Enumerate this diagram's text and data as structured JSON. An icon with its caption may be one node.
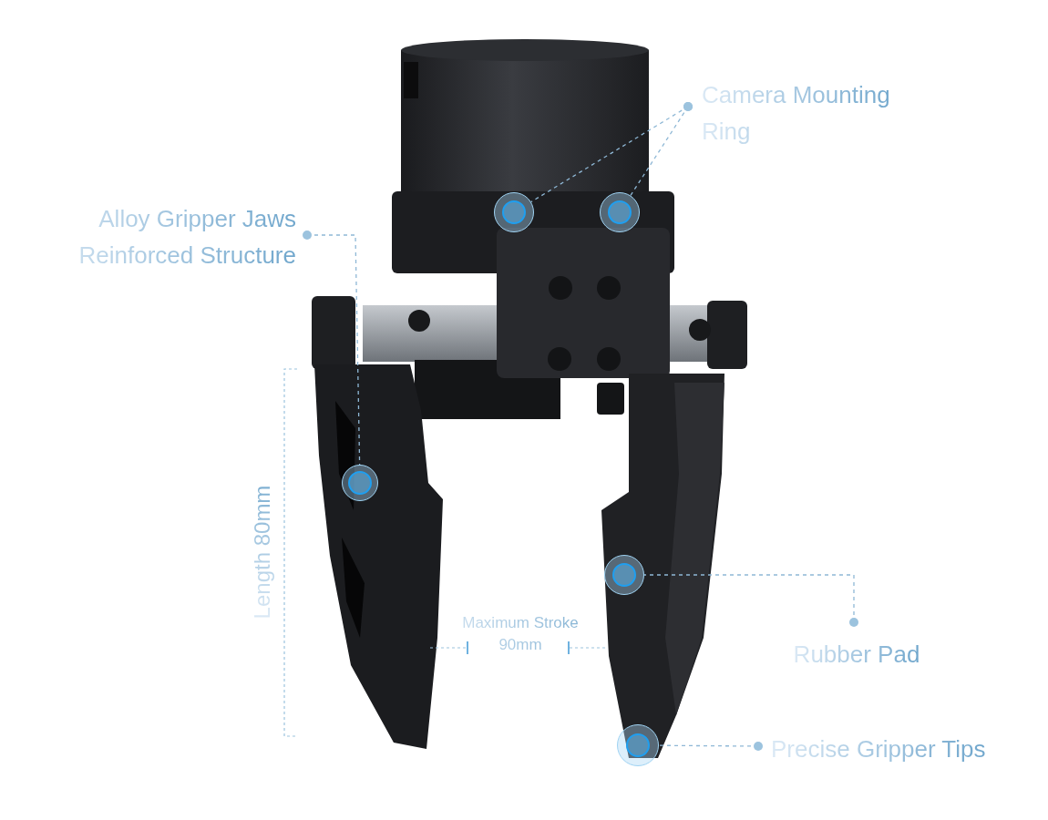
{
  "diagram": {
    "nodes": [
      {
        "text": [
          "Alloy Gripper Jaws Reinforced Structure"
        ]
      },
      {
        "text": [
          "Camera Mounting Ring"
        ]
      },
      {
        "text": [
          "Rubber Pad"
        ]
      },
      {
        "text": [
          "Precise Gripper Tips"
        ]
      },
      {
        "text": [],
        "shape": "circle"
      },
      {
        "text": [],
        "shape": "circle"
      },
      {
        "text": [],
        "shape": "circle"
      },
      {
        "text": [],
        "shape": "circle"
      },
      {
        "text": [],
        "shape": "circle"
      }
    ],
    "edges": [
      {
        "from": 0,
        "to": 4,
        "arrow": "other",
        "style": "dashed"
      },
      {
        "from": 1,
        "to": 5,
        "arrow": "other",
        "style": "dashed"
      },
      {
        "from": 1,
        "to": 6,
        "arrow": "other",
        "style": "dashed"
      },
      {
        "from": 2,
        "to": 7,
        "arrow": "other",
        "style": "dashed"
      },
      {
        "from": 3,
        "to": 8,
        "arrow": "other",
        "style": "dashed"
      }
    ],
    "labels": [
      "Length 80mm",
      "Maximum Stroke 90mm"
    ]
  }
}
